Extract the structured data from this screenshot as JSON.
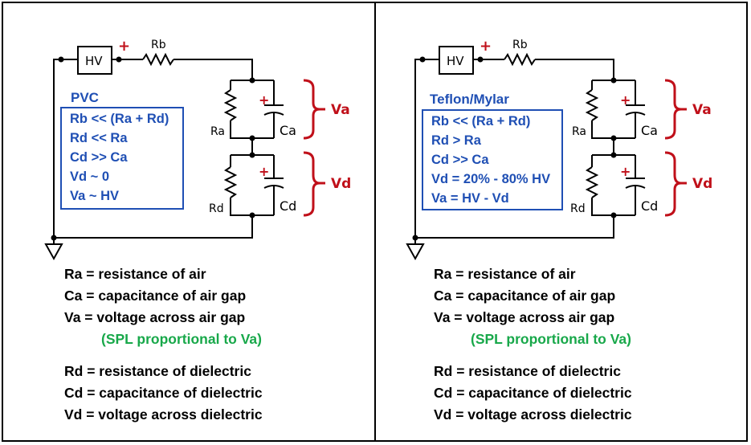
{
  "panels": [
    {
      "title": "PVC",
      "conditions": [
        "Rb << (Ra + Rd)",
        "Rd << Ra",
        "Cd >> Ca",
        "Vd ~ 0",
        "Va ~ HV"
      ]
    },
    {
      "title": "Teflon/Mylar",
      "conditions": [
        "Rb << (Ra + Rd)",
        "Rd > Ra",
        "Cd >> Ca",
        "Vd = 20% - 80% HV",
        "Va = HV - Vd"
      ]
    }
  ],
  "circuit_labels": {
    "source": "HV",
    "plus": "+",
    "rb": "Rb",
    "ra": "Ra",
    "ca": "Ca",
    "rd": "Rd",
    "cd": "Cd",
    "va": "Va",
    "vd": "Vd"
  },
  "legend": {
    "ra": "Ra = resistance of air",
    "ca": "Ca = capacitance of air gap",
    "va": "Va = voltage across air gap",
    "spl_note": "(SPL proportional to Va)",
    "rd": "Rd = resistance of dielectric",
    "cd": "Cd = capacitance of dielectric",
    "vd": "Vd = voltage across dielectric"
  },
  "colors": {
    "text_blue": "#1f4fb4",
    "bracket_red": "#c0101a",
    "note_green": "#18a84a",
    "wire": "#000000"
  }
}
